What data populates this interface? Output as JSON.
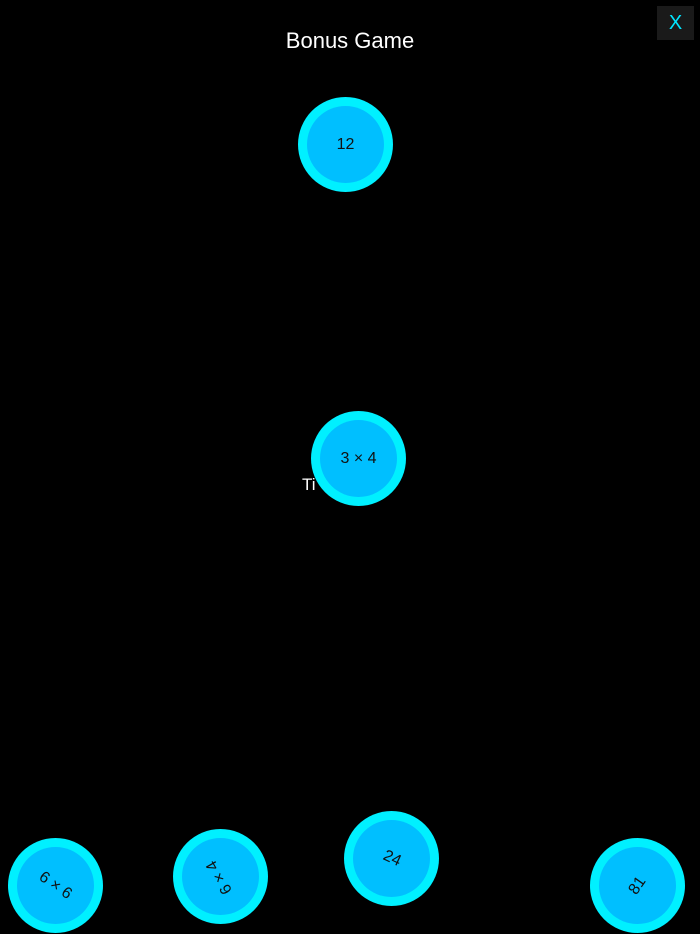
{
  "header": {
    "title": "Bonus Game",
    "close_label": "X"
  },
  "status": {
    "line1_partial": "",
    "line2_partial": "Ti"
  },
  "target_ball": {
    "label": "12"
  },
  "drag_ball": {
    "label": "3 × 4"
  },
  "choice_balls": [
    {
      "label": "6 × 6",
      "rotation_deg": 35
    },
    {
      "label": "6 × 4",
      "rotation_deg": 240
    },
    {
      "label": "24",
      "rotation_deg": 25
    },
    {
      "label": "81",
      "rotation_deg": -55
    }
  ],
  "colors": {
    "background": "#000000",
    "ball_ring": "#00f0ff",
    "ball_fill": "#00bfff",
    "close_text": "#00e5ff"
  }
}
